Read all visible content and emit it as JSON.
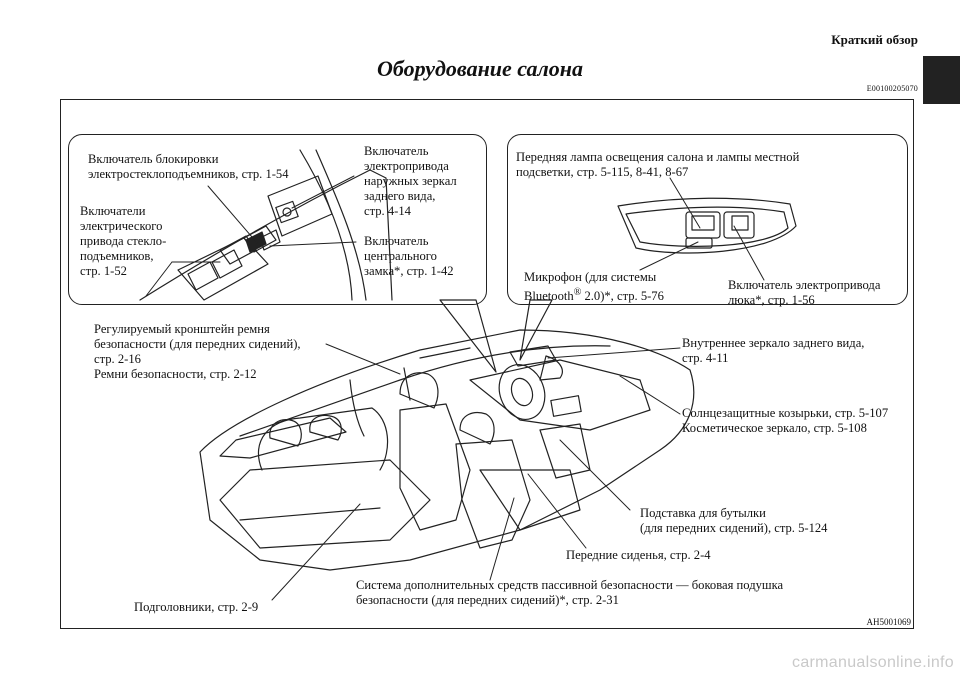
{
  "header": {
    "section": "Краткий обзор",
    "title": "Оборудование салона",
    "doc_code": "E00100205070"
  },
  "figure": {
    "code": "AH5001069",
    "door_panel": {
      "window_lock": "Включатель блокировки\nэлектростеклоподъемников, стр. 1-54",
      "mirror_switch": "Включатель\nэлектропривода\nнаружных зеркал\nзаднего вида,\nстр. 4-14",
      "window_switches": "Включатели\nэлектрического\nпривода стекло-\nподъемников,\nстр. 1-52",
      "central_lock": "Включатель\nцентрального\nзамка*, стр. 1-42"
    },
    "roof_console": {
      "front_lamps": "Передняя лампа освещения салона и лампы местной\nподсветки, стр. 5-115, 8-41, 8-67",
      "microphone_pre": "Микрофон (для системы",
      "microphone_brand": "Bluetooth",
      "microphone_reg": "®",
      "microphone_post": " 2.0)*, стр. 5-76",
      "sunroof_switch": "Включатель электропривода\nлюка*, стр. 1-56"
    },
    "interior": {
      "seatbelt_anchor": "Регулируемый кронштейн ремня\nбезопасности (для передних сидений),\nстр. 2-16\nРемни безопасности, стр. 2-12",
      "inner_mirror": "Внутреннее зеркало заднего вида,\nстр. 4-11",
      "sun_visors": "Солнцезащитные козырьки, стр. 5-107\nКосметическое зеркало, стр. 5-108",
      "bottle_holder": "Подставка для бутылки\n(для передних сидений), стр. 5-124",
      "front_seats": "Передние сиденья, стр. 2-4",
      "side_airbag": "Система дополнительных средств пассивной безопасности — боковая подушка\nбезопасности (для передних сидений)*, стр. 2-31",
      "headrests": "Подголовники, стр. 2-9"
    }
  },
  "watermark": "carmanualsonline.info"
}
